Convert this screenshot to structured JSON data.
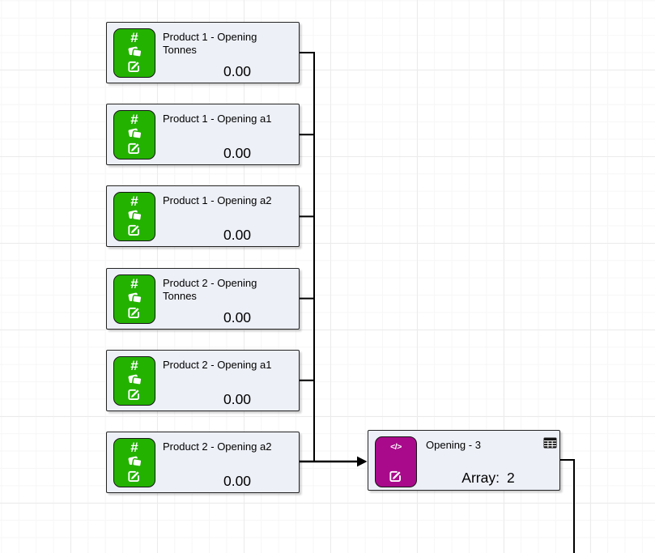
{
  "canvas": {
    "background_color": "#ffffff",
    "grid_minor_color": "#f6f6f6",
    "grid_major_color": "#ebebeb",
    "edge_color": "#000000"
  },
  "node_style": {
    "accent_color": "#23b200",
    "fill_color": "#edf0f7",
    "hash_glyph": "#",
    "icons": [
      "hash-icon",
      "copy-icon",
      "edit-icon"
    ]
  },
  "nodes": [
    {
      "title": "Product 1 - Opening Tonnes",
      "value": "0.00"
    },
    {
      "title": "Product 1 - Opening a1",
      "value": "0.00"
    },
    {
      "title": "Product 1 - Opening a2",
      "value": "0.00"
    },
    {
      "title": "Product 2 - Opening Tonnes",
      "value": "0.00"
    },
    {
      "title": "Product 2 - Opening a1",
      "value": "0.00"
    },
    {
      "title": "Product 2 - Opening a2",
      "value": "0.00"
    }
  ],
  "result_node": {
    "title": "Opening - 3",
    "value_prefix": "Array:",
    "value": "2",
    "accent_color": "#a90a8b",
    "code_glyph": "</>",
    "icons": [
      "code-icon",
      "edit-icon"
    ],
    "corner_icon": "table-icon"
  }
}
